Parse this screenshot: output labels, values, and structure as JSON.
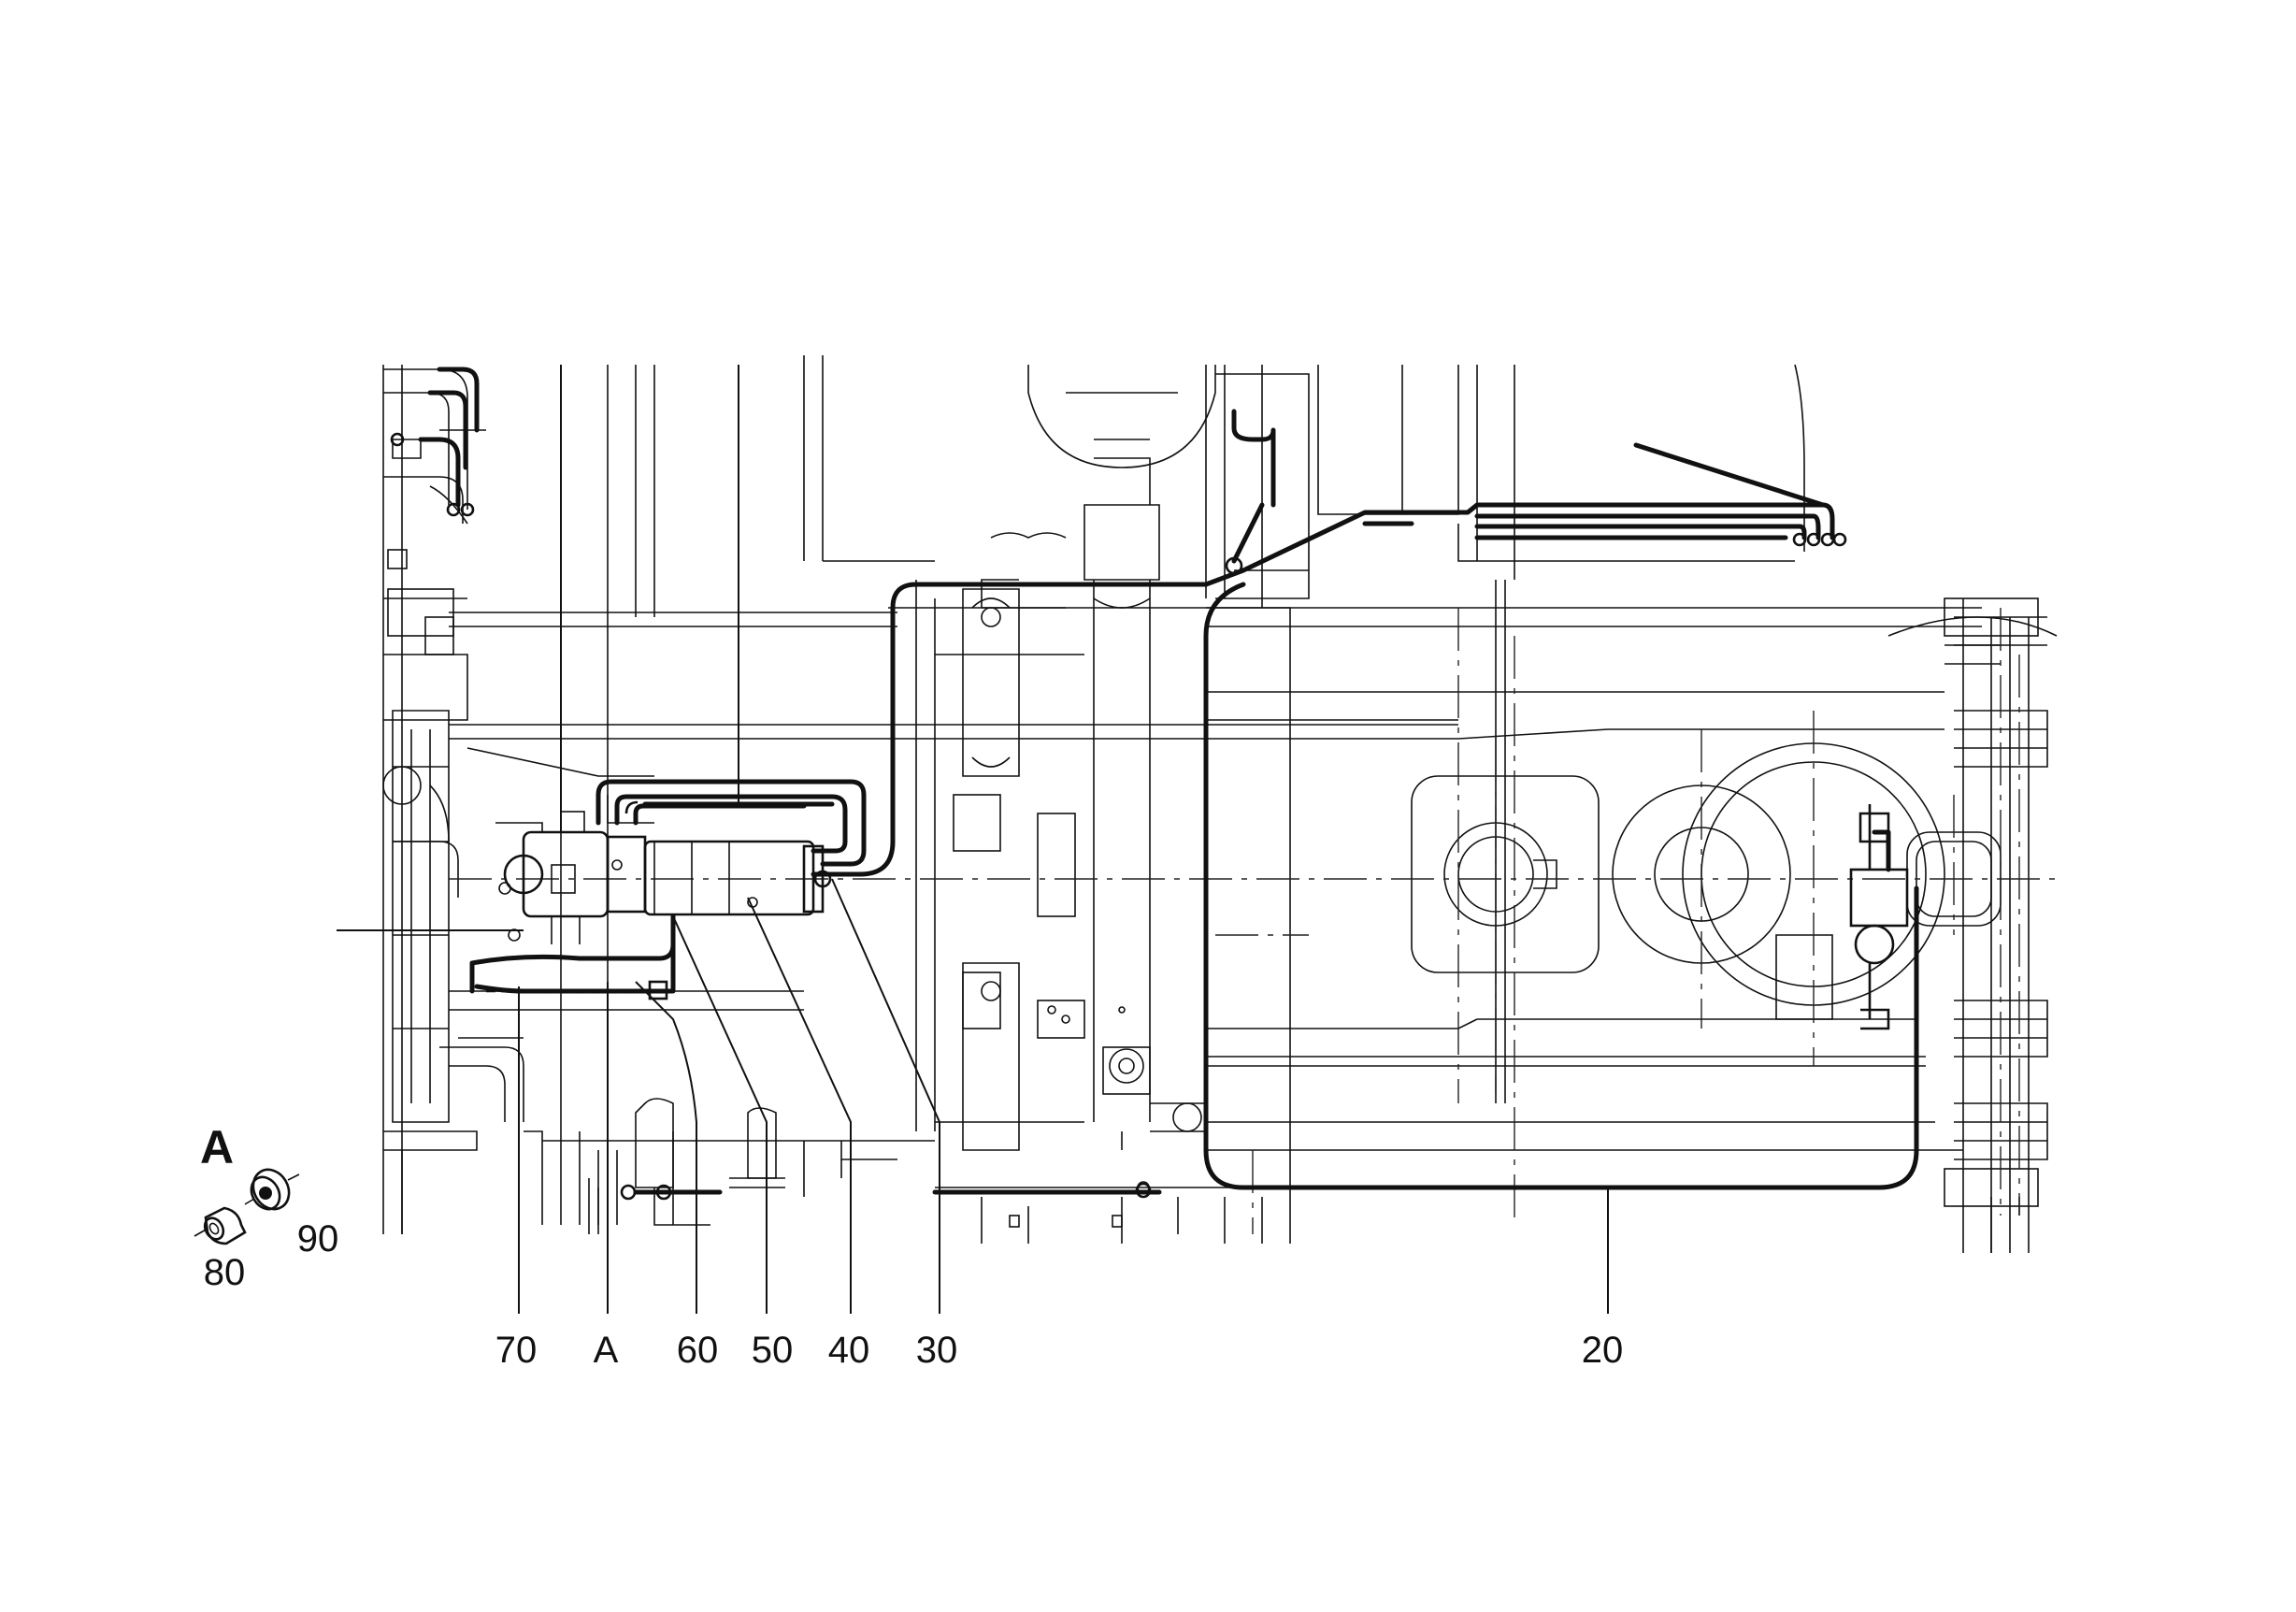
{
  "callouts": [
    {
      "id": "c70",
      "label": "70"
    },
    {
      "id": "cA",
      "label": "A"
    },
    {
      "id": "c60",
      "label": "60"
    },
    {
      "id": "c50",
      "label": "50"
    },
    {
      "id": "c40",
      "label": "40"
    },
    {
      "id": "c30",
      "label": "30"
    },
    {
      "id": "c20",
      "label": "20"
    }
  ],
  "detail": {
    "letter": "A",
    "parts": [
      {
        "label": "80"
      },
      {
        "label": "90"
      }
    ]
  },
  "colors": {
    "ink": "#111111",
    "paper": "#ffffff"
  }
}
